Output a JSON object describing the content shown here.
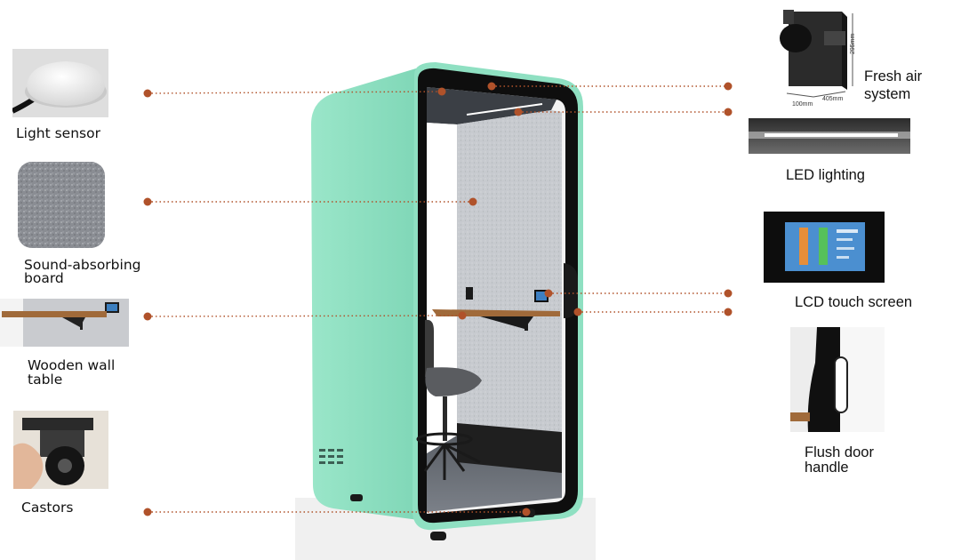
{
  "colors": {
    "booth_body": "#8fe0c2",
    "booth_frame": "#0e0e0e",
    "felt": "#c9ccd1",
    "wood": "#a06a3a",
    "leader": "#b0522a"
  },
  "labels": {
    "light_sensor": "Light  sensor",
    "sound_board_line1": "Sound-absorbing",
    "sound_board_line2": "board",
    "table_line1": "Wooden wall",
    "table_line2": "table",
    "castors": "Castors",
    "fresh_air_line1": "Fresh air",
    "fresh_air_line2": "system",
    "led": "LED lighting",
    "lcd": "LCD touch screen",
    "handle_line1": "Flush door",
    "handle_line2": "handle"
  },
  "fan_dims": {
    "height": "295mm",
    "width": "405mm",
    "depth": "100mm"
  },
  "icons": [
    "light-sensor-photo",
    "felt-board-photo",
    "wall-table-photo",
    "castor-photo",
    "fresh-air-fan-photo",
    "led-strip-photo",
    "lcd-screen-photo",
    "door-handle-photo"
  ]
}
